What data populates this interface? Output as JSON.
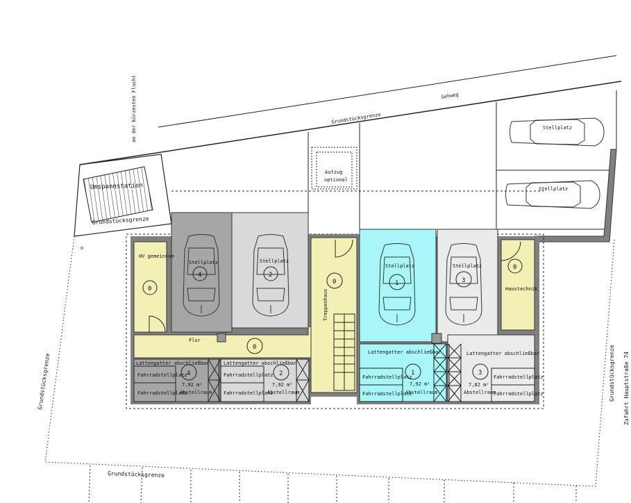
{
  "site": {
    "sidewalk": "Gehweg",
    "boundary_top": "Grundstücksgrenze",
    "boundary_left": "Grundstücksgrenze",
    "boundary_bottom": "Grundstücksgrenze",
    "boundary_right": "Grundstücksgrenze",
    "boundary_substation": "Grundstücksgrenze",
    "setback_note": "an der kürzesten Flucht",
    "access": "Zufahrt  Hauptstraße 74",
    "substation": "Umspannstation",
    "elevator_line1": "Aufzug",
    "elevator_line2": "optional"
  },
  "outdoor_parking": [
    {
      "label": "Stellplatz"
    },
    {
      "label": "Stellplatz"
    }
  ],
  "garages": [
    {
      "label": "Stellplatz",
      "number": "4"
    },
    {
      "label": "Stellplatz",
      "number": "2"
    },
    {
      "label": "Stellplatz",
      "number": "1"
    },
    {
      "label": "Stellplatz",
      "number": "3"
    }
  ],
  "rooms": {
    "hv": {
      "label": "HV gemeinsam",
      "level": "0"
    },
    "corridor": {
      "label": "Flur",
      "level": "0"
    },
    "stair": {
      "label": "Treppenhaus",
      "level": "0"
    },
    "tech": {
      "label": "Haustechnik",
      "level": "0"
    }
  },
  "storage": [
    {
      "number": "4",
      "gate": "Lattengatter abschließbar",
      "area": "7,92 m²",
      "label": "Abstellraum",
      "bike1": "Fahrradstellplatz",
      "bike2": "Fahrradstellplatz"
    },
    {
      "number": "2",
      "gate": "Lattengatter abschließbar",
      "area": "7,92 m²",
      "label": "Abstellraum",
      "bike1": "Fahrradstellplatz",
      "bike2": "Fahrradstellplatz"
    },
    {
      "number": "1",
      "gate": "Lattengatter abschließbar",
      "area": "7,92 m²",
      "label": "Abstellraum",
      "bike1": "Fahrradstellplatz",
      "bike2": "Fahrradstellplatz"
    },
    {
      "number": "3",
      "gate": "Lattengatter abschließbar",
      "area": "7,82 m²",
      "label": "Abstellraum",
      "bike1": "Fahrradstellplatz",
      "bike2": "Fahrradstellplatz"
    }
  ],
  "colors": {
    "wall": "#808080",
    "common": "#f2f0b4",
    "unit1": "#a8f6f8",
    "unit4": "#a6a6a6",
    "unit2": "#d9d9d9",
    "unit3": "#ebebeb"
  }
}
